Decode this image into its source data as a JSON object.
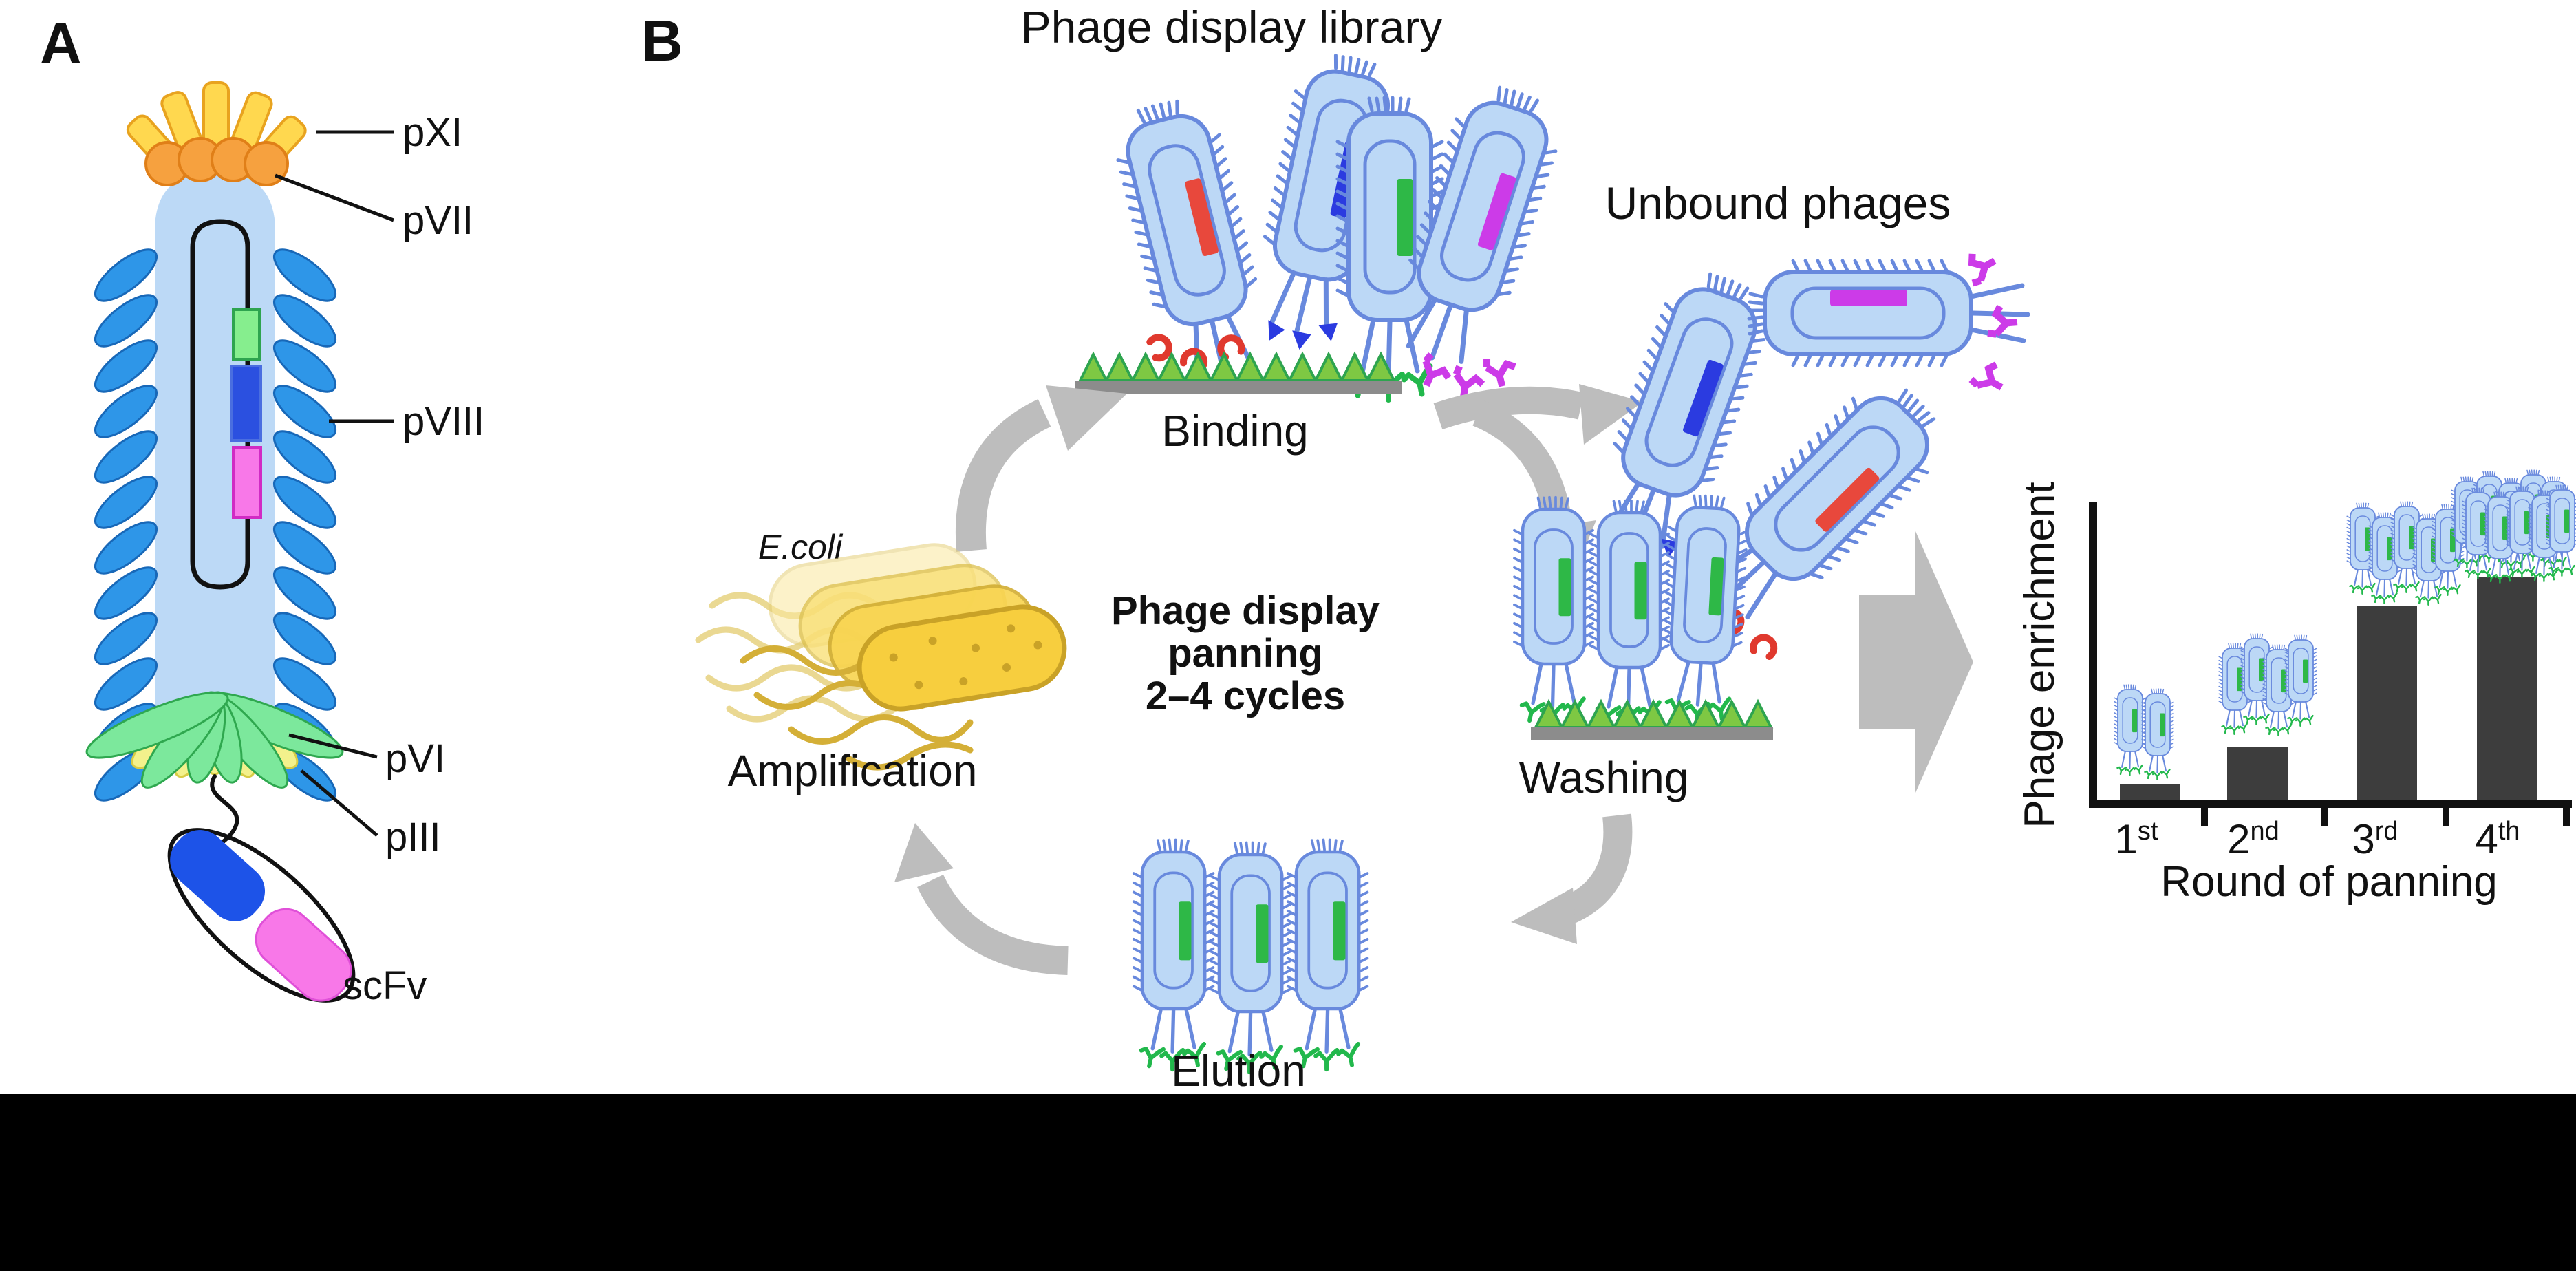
{
  "figure": {
    "type": "scientific-figure",
    "panels": [
      "A",
      "B"
    ],
    "background": "#ffffff",
    "bottom_band_color": "#000000"
  },
  "panel_a": {
    "letter": "A",
    "description": "Filamentous phage structure with scFv fused to pIII",
    "labels": {
      "pxi": "pXI",
      "pvii": "pVII",
      "pviii": "pVIII",
      "pvi": "pVI",
      "piii": "pIII",
      "scfv": "scFv"
    }
  },
  "panel_b": {
    "letter": "B",
    "library_title": "Phage display library",
    "binding": "Binding",
    "unbound": "Unbound phages",
    "ecoli": "E.coli",
    "cycle_line1": "Phage display",
    "cycle_line2": "panning",
    "cycle_line3": "2–4 cycles",
    "amplification": "Amplification",
    "washing": "Washing",
    "elution": "Elution"
  },
  "chart": {
    "ylabel": "Phage enrichment",
    "xlabel": "Round of panning",
    "ticks": [
      {
        "base": "1",
        "sup": "st"
      },
      {
        "base": "2",
        "sup": "nd"
      },
      {
        "base": "3",
        "sup": "rd"
      },
      {
        "base": "4",
        "sup": "th"
      }
    ]
  },
  "chart_data": {
    "type": "bar",
    "title": "",
    "xlabel": "Round of panning",
    "ylabel": "Phage enrichment",
    "categories": [
      "1st",
      "2nd",
      "3rd",
      "4th"
    ],
    "values": [
      0.06,
      0.19,
      0.67,
      0.76
    ],
    "values_unit": "relative enrichment (no numeric axis shown)",
    "phage_icons_per_bar": [
      2,
      4,
      5,
      10
    ],
    "bar_color": "#3d3d3d",
    "axis_color": "#111111",
    "grid": false,
    "legend": false
  },
  "icons": {
    "phage-icon": "light-blue capsule with spikes, inner outline, colored gene insert, three tail fibers",
    "antibody-y-icon": "green Y-shaped binder on tail tips",
    "triangle-antigen-icon": "green triangle antigen on gray support bar",
    "ecoli-icon": "yellow rod bacterium with flagella, stacked ghost copies",
    "cycle-arrow-icon": "gray curved ribbon arrow",
    "split-arrow-icon": "gray bifurcated arrow",
    "block-arrow-icon": "large gray right-pointing block arrow"
  },
  "colors": {
    "phage_body": "#bcd8f6",
    "phage_outline": "#6889dd",
    "insert_green": "#2eb847",
    "insert_red": "#e8483c",
    "insert_blue": "#2b3be0",
    "insert_magenta": "#cc3be8",
    "antigen_triangle_fill": "#7ec843",
    "antigen_triangle_stroke": "#2ea44f",
    "support_bar": "#8c8c8c",
    "arrow_gray": "#bdbdbd",
    "chart_bar": "#3d3d3d",
    "ecoli_yellow": "#f7ce3e",
    "ecoli_outline": "#c9a227",
    "pviii_blue": "#2e96e8",
    "pxi_yellow": "#ffd84f",
    "pvii_orange": "#f6a13f",
    "pvi_yellow": "#f3f18c",
    "piii_green": "#7ce89c",
    "scfv_blue": "#1d53e8",
    "scfv_pink": "#f878e8"
  }
}
